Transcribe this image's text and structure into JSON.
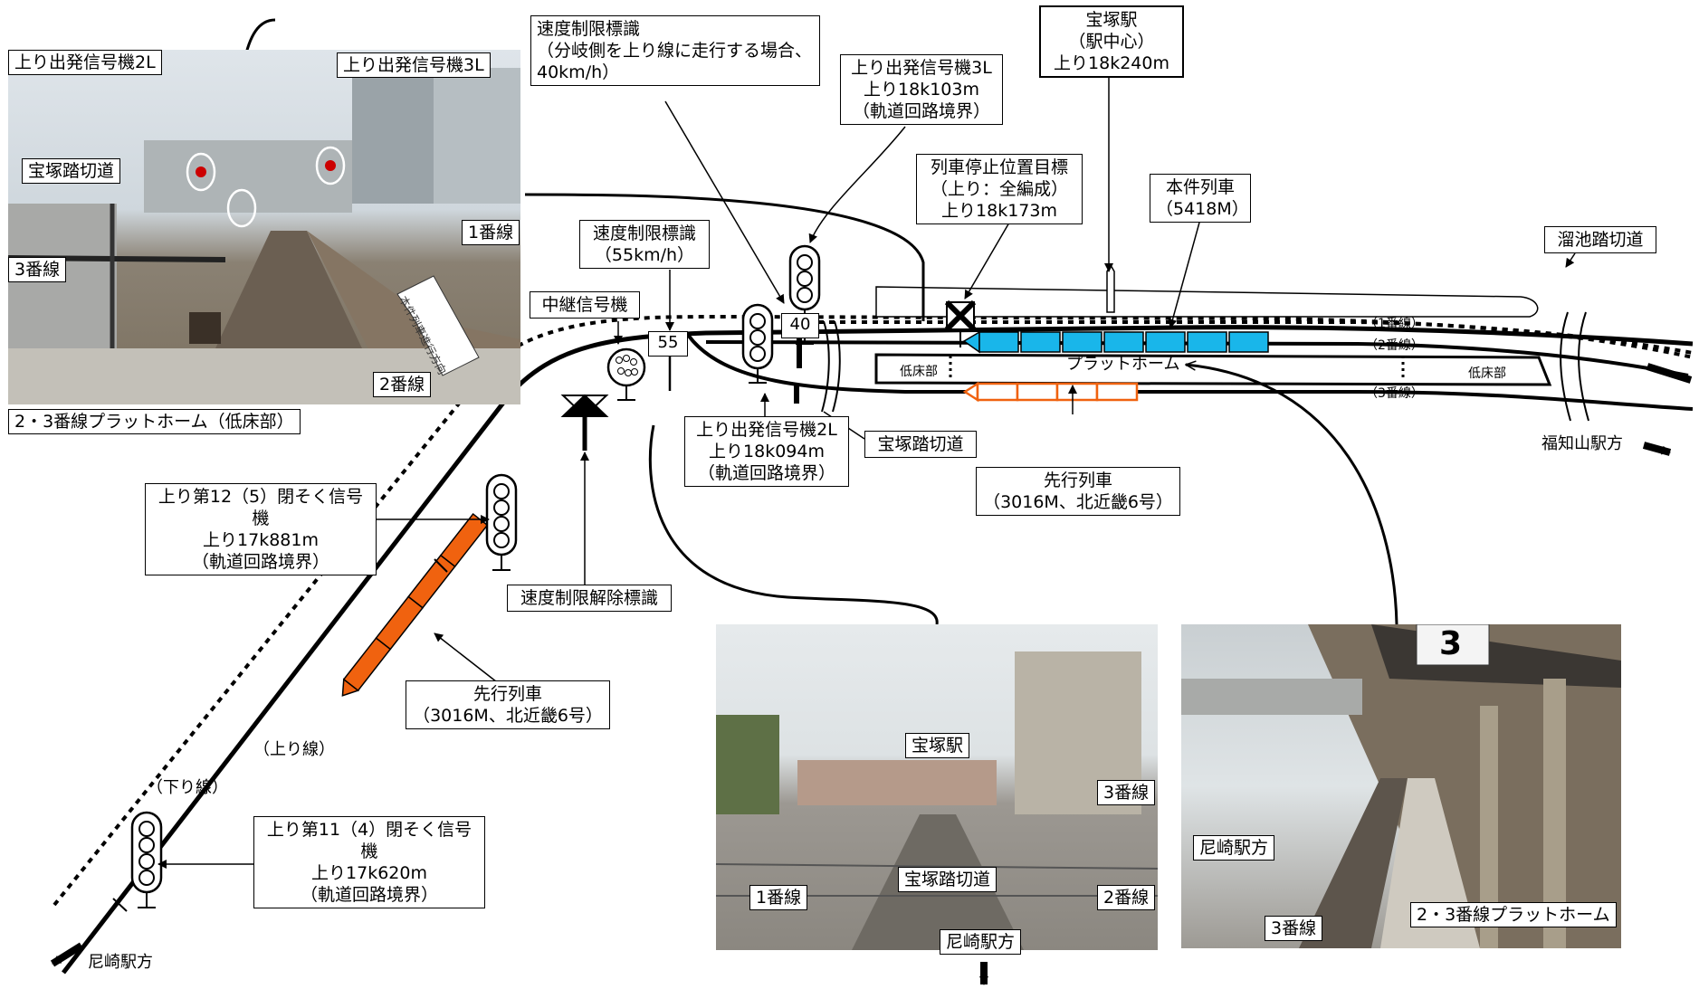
{
  "labels": {
    "speed_sign_branch": "速度制限標識\n（分岐側を上り線に走行する場合、\n40km/h）",
    "start_signal_3l": "上り出発信号機3L\n上り18k103m\n（軌道回路境界）",
    "takarazuka_station": "宝塚駅\n（駅中心）\n上り18k240m",
    "stop_position": "列車停止位置目標\n（上り：全編成）\n上り18k173m",
    "this_train": "本件列車\n（5418M）",
    "tamariike_crossing": "溜池踏切道",
    "speed_sign_55": "速度制限標識\n（55km/h）",
    "relay_signal": "中継信号機",
    "start_signal_2l": "上り出発信号機2L\n上り18k094m\n（軌道回路境界）",
    "takarazuka_crossing": "宝塚踏切道",
    "preceding_train_top": "先行列車\n（3016M、北近畿6号）",
    "block_signal_12": "上り第12（5）閉そく信号機\n上り17k881m\n（軌道回路境界）",
    "speed_release": "速度制限解除標識",
    "preceding_train_bottom": "先行列車\n（3016M、北近畿6号）",
    "block_signal_11": "上り第11（4）閉そく信号機\n上り17k620m\n（軌道回路境界）"
  },
  "track_labels": {
    "track1": "（1番線）",
    "track2": "（2番線）",
    "track3": "（3番線）",
    "platform": "プラットホーム",
    "low_floor_left": "低床部",
    "low_floor_right": "低床部",
    "up_line": "（上り線）",
    "down_line": "（下り線）",
    "fukuchiyama": "福知山駅方",
    "amagasaki": "尼崎駅方"
  },
  "sign_values": {
    "speed_55": "55",
    "speed_40": "40"
  },
  "photo1": {
    "signal_2l": "上り出発信号機2L",
    "signal_3l": "上り出発信号機3L",
    "crossing": "宝塚踏切道",
    "track3": "3番線",
    "track1": "1番線",
    "track2": "2番線",
    "direction": "本件列車進行方向",
    "platform": "2・3番線プラットホーム（低床部）"
  },
  "photo2": {
    "station": "宝塚駅",
    "track3": "3番線",
    "crossing": "宝塚踏切道",
    "track1": "1番線",
    "track2": "2番線",
    "direction": "尼崎駅方"
  },
  "photo3": {
    "direction": "尼崎駅方",
    "track3": "3番線",
    "platform": "2・3番線プラットホーム",
    "number": "3"
  },
  "colors": {
    "this_train": "#19b6ea",
    "preceding_train": "#f0620f",
    "preceding_outline": "#f0620f"
  }
}
